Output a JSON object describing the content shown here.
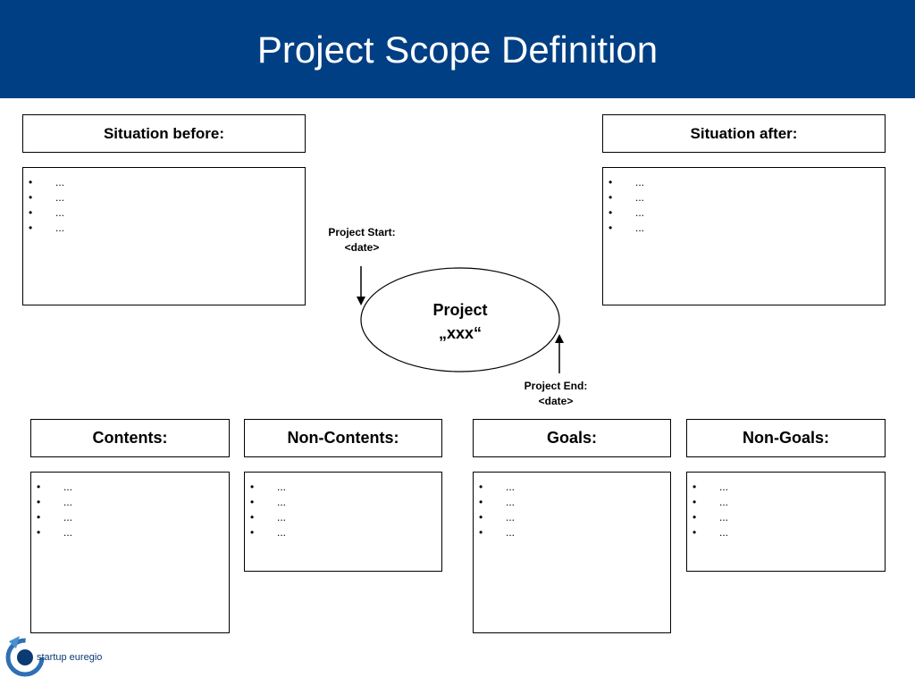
{
  "header": {
    "title": "Project Scope Definition",
    "bg_color": "#003f84"
  },
  "situation_before": {
    "label": "Situation before:",
    "items": [
      "...",
      "...",
      "...",
      "..."
    ]
  },
  "situation_after": {
    "label": "Situation after:",
    "items": [
      "...",
      "...",
      "...",
      "..."
    ]
  },
  "project": {
    "name_line1": "Project",
    "name_line2": "„xxx“",
    "start_label": "Project Start:",
    "start_value": "<date>",
    "end_label": "Project End:",
    "end_value": "<date>"
  },
  "contents": {
    "label": "Contents:",
    "items": [
      "...",
      "...",
      "...",
      "..."
    ]
  },
  "non_contents": {
    "label": "Non-Contents:",
    "items": [
      "...",
      "...",
      "...",
      "..."
    ]
  },
  "goals": {
    "label": "Goals:",
    "items": [
      "...",
      "...",
      "...",
      "..."
    ]
  },
  "non_goals": {
    "label": "Non-Goals:",
    "items": [
      "...",
      "...",
      "...",
      "..."
    ]
  },
  "logo": {
    "text": "startup euregio",
    "icon": "startup-euregio-logo-icon"
  }
}
